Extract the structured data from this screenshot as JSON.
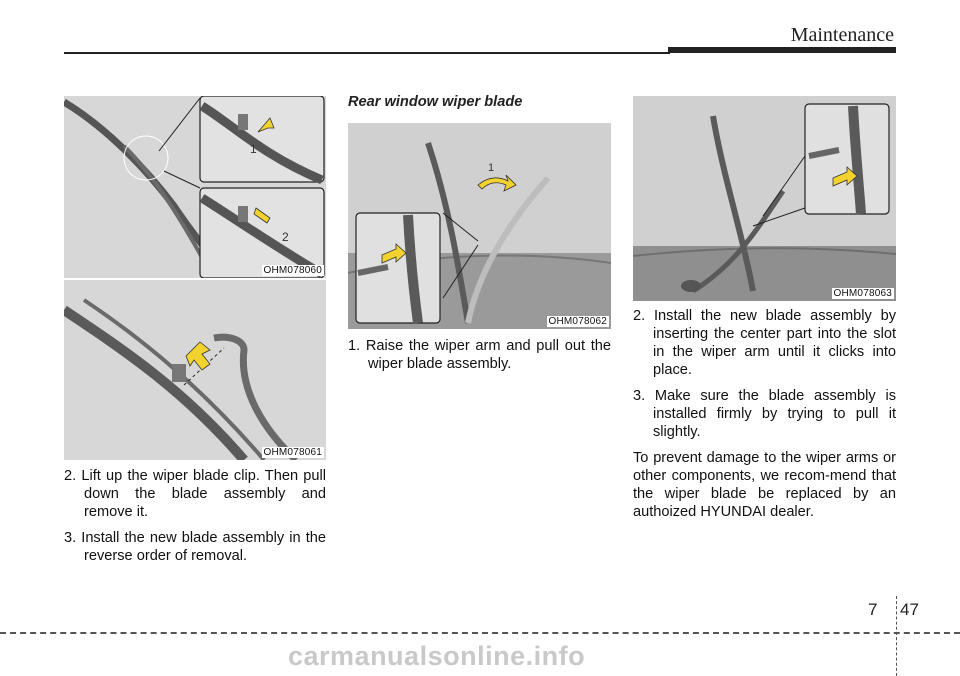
{
  "header": {
    "section": "Maintenance"
  },
  "figures": {
    "fig1": {
      "code": "OHM078060",
      "callout1": "1",
      "callout2": "2"
    },
    "fig2": {
      "code": "OHM078061"
    },
    "fig3": {
      "code": "OHM078062",
      "callout1": "1"
    },
    "fig4": {
      "code": "OHM078063"
    }
  },
  "left_column": {
    "steps": [
      "2. Lift up the wiper blade clip. Then pull down the blade assembly and remove it.",
      "3. Install the new blade assembly in the reverse order of removal."
    ]
  },
  "middle_column": {
    "title": "Rear window wiper blade",
    "steps": [
      "1. Raise the wiper arm and pull out the wiper blade assembly."
    ]
  },
  "right_column": {
    "steps": [
      "2. Install the new blade assembly by inserting the center part into the slot in the wiper arm until it clicks into place.",
      "3. Make sure the blade assembly is installed firmly by trying to pull it slightly."
    ],
    "note": "To prevent damage to the wiper arms or other components, we recom-mend that the wiper blade be replaced by an authoized HYUNDAI dealer."
  },
  "footer": {
    "chapter": "7",
    "page": "47"
  },
  "watermark": "carmanualsonline.info",
  "colors": {
    "figure_bg": "#d7d7d7",
    "arrow": "#f2d22e",
    "dark": "#4a4a4a"
  }
}
